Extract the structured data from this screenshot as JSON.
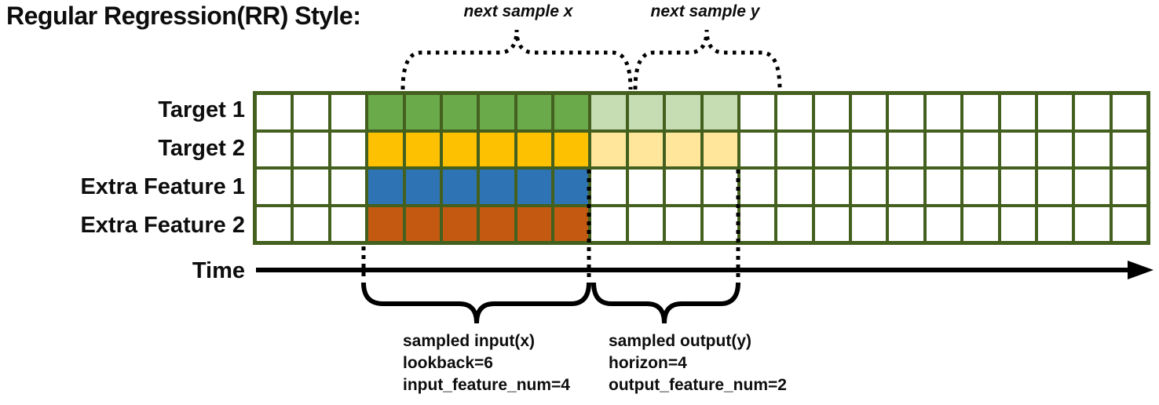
{
  "title": "Regular Regression(RR) Style:",
  "annotations": {
    "next_sample_x": "next sample x",
    "next_sample_y": "next sample y"
  },
  "rows": [
    {
      "label": "Target 1",
      "input_color": "#6aaa4b",
      "output_color": "#c6ddb4"
    },
    {
      "label": "Target 2",
      "input_color": "#fdc101",
      "output_color": "#ffe69b"
    },
    {
      "label": "Extra Feature 1",
      "input_color": "#2e74b5",
      "output_color": "#ffffff"
    },
    {
      "label": "Extra Feature 2",
      "input_color": "#c45a11",
      "output_color": "#ffffff"
    }
  ],
  "grid": {
    "columns": 24,
    "row_count": 4,
    "input_start_col": 3,
    "lookback": 6,
    "horizon": 4,
    "cell_color": "#ffffff",
    "border_color": "#44601e"
  },
  "time_axis": {
    "label": "Time"
  },
  "sample_blocks": {
    "input": {
      "lines": [
        "sampled input(x)",
        "lookback=6",
        "input_feature_num=4"
      ]
    },
    "output": {
      "lines": [
        "sampled output(y)",
        "horizon=4",
        "output_feature_num=2"
      ]
    }
  },
  "colors": {
    "line_color": "#000000",
    "text_color": "#0d0d0d"
  }
}
